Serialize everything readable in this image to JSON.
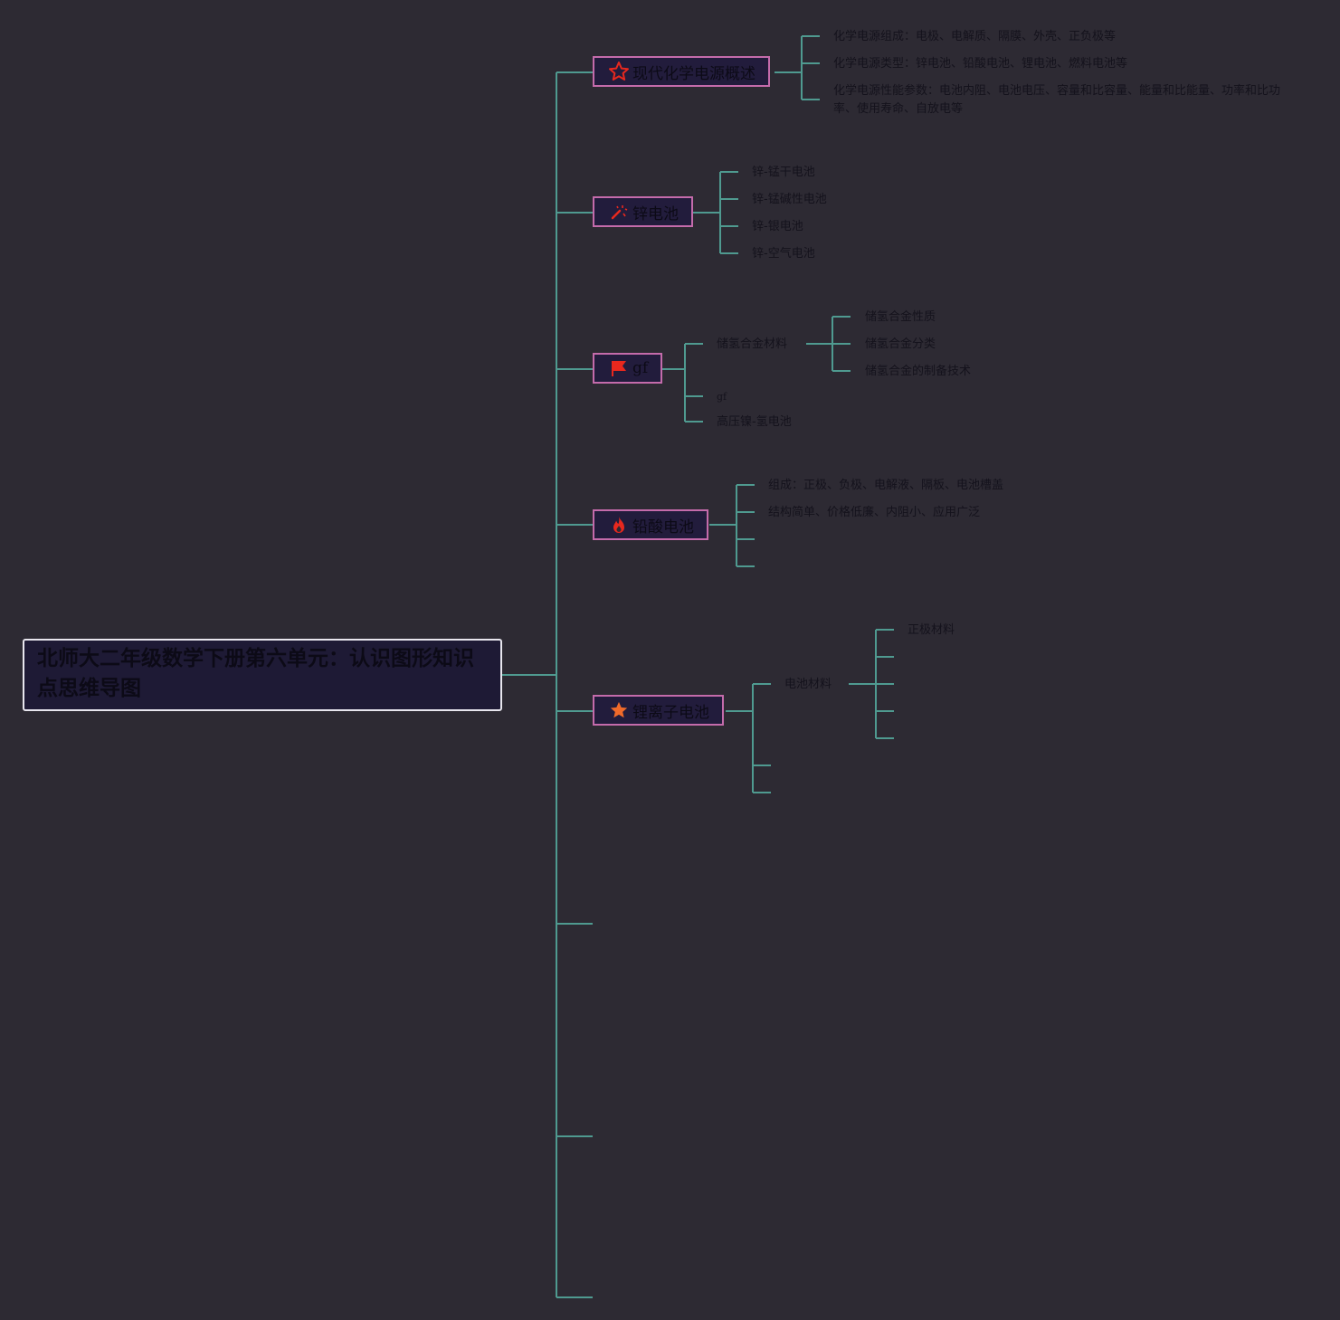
{
  "root": {
    "title": "北师大二年级数学下册第六单元：认识图形知识点思维导图"
  },
  "branches": [
    {
      "label": "现代化学电源概述",
      "icon": "star-outline-icon",
      "children": [
        "化学电源组成：电极、电解质、隔膜、外壳、正负极等",
        "化学电源类型：锌电池、铅酸电池、锂电池、燃料电池等",
        "化学电源性能参数：电池内阻、电池电压、容量和比容量、能量和比能量、功率和比功率、使用寿命、自放电等"
      ]
    },
    {
      "label": "锌电池",
      "icon": "magic-wand-icon",
      "children": [
        "锌-锰干电池",
        "锌-锰碱性电池",
        "锌-银电池",
        "锌-空气电池"
      ]
    },
    {
      "label": "gf",
      "icon": "flag-icon",
      "children": [
        {
          "label": "储氢合金材料",
          "children": [
            "储氢合金性质",
            "储氢合金分类",
            "储氢合金的制备技术"
          ]
        },
        {
          "label": "gf"
        },
        {
          "label": "高压镍-氢电池"
        }
      ]
    },
    {
      "label": "铅酸电池",
      "icon": "fire-icon",
      "children": [
        "组成：正极、负极、电解液、隔板、电池槽盖",
        "结构简单、价格低廉、内阻小、应用广泛",
        "",
        ""
      ]
    },
    {
      "label": "锂离子电池",
      "icon": "star-filled-icon",
      "children": [
        {
          "label": "电池材料",
          "children": [
            "正极材料",
            "",
            "",
            "",
            ""
          ]
        },
        {
          "label": ""
        },
        {
          "label": ""
        }
      ]
    }
  ],
  "colors": {
    "background": "#2d2a33",
    "connector": "#4f9a90",
    "topic_border": "#c46bab",
    "topic_fill": "#221c3c",
    "icon_red": "#e8281e",
    "icon_orange": "#f06a2a"
  }
}
